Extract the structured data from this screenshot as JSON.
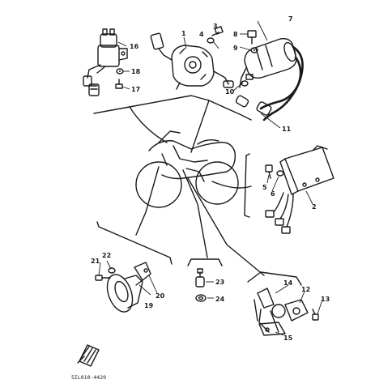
{
  "diagram": {
    "drawing_code": "5IL010-4420",
    "callouts": [
      {
        "id": "c1",
        "label": "1"
      },
      {
        "id": "c2",
        "label": "2"
      },
      {
        "id": "c3",
        "label": "3"
      },
      {
        "id": "c4",
        "label": "4"
      },
      {
        "id": "c5",
        "label": "5"
      },
      {
        "id": "c6",
        "label": "6"
      },
      {
        "id": "c7",
        "label": "7"
      },
      {
        "id": "c8",
        "label": "8"
      },
      {
        "id": "c9",
        "label": "9"
      },
      {
        "id": "c10",
        "label": "10"
      },
      {
        "id": "c11",
        "label": "11"
      },
      {
        "id": "c12",
        "label": "12"
      },
      {
        "id": "c13",
        "label": "13"
      },
      {
        "id": "c14",
        "label": "14"
      },
      {
        "id": "c15",
        "label": "15"
      },
      {
        "id": "c16",
        "label": "16"
      },
      {
        "id": "c17",
        "label": "17"
      },
      {
        "id": "c18",
        "label": "18"
      },
      {
        "id": "c19",
        "label": "19"
      },
      {
        "id": "c20",
        "label": "20"
      },
      {
        "id": "c21",
        "label": "21"
      },
      {
        "id": "c22",
        "label": "22"
      },
      {
        "id": "c23",
        "label": "23"
      },
      {
        "id": "c24",
        "label": "24"
      }
    ]
  }
}
